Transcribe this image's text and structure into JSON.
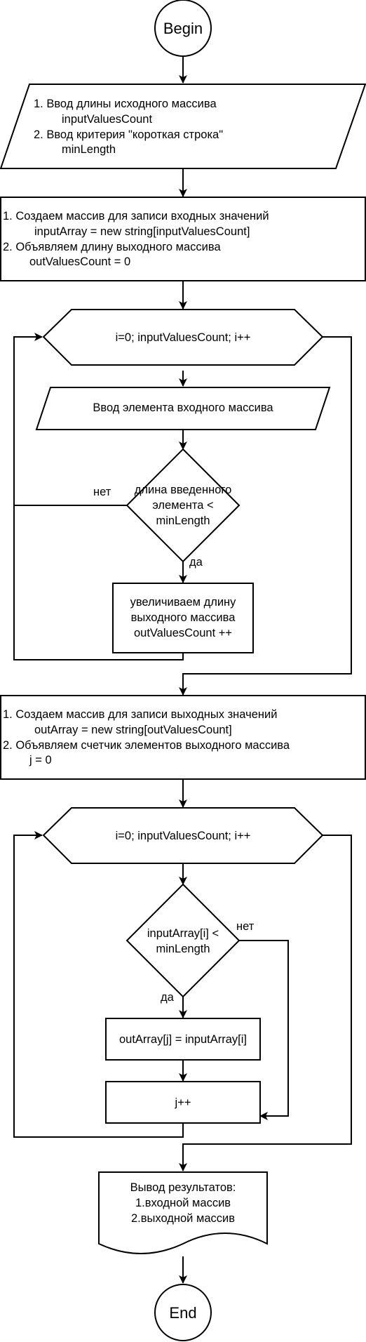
{
  "flowchart": {
    "begin": "Begin",
    "end": "End",
    "input1": {
      "line1": "1. Ввод длины исходного массива",
      "line2": "inputValuesCount",
      "line3": "2. Ввод критерия \"короткая строка\"",
      "line4": "minLength"
    },
    "process1": {
      "line1": "1. Создаем массив для записи входных значений",
      "line2": "inputArray = new string[inputValuesCount]",
      "line3": "2. Объявляем длину выходного массива",
      "line4": "outValuesCount = 0"
    },
    "loop1": "i=0; inputValuesCount; i++",
    "input2": "Ввод элемента входного массива",
    "decision1": {
      "line1": "длина введенного",
      "line2": "элемента <",
      "line3": "minLength",
      "no": "нет",
      "yes": "да"
    },
    "process2": {
      "line1": "увеличиваем длину",
      "line2": "выходного массива",
      "line3": "outValuesCount ++"
    },
    "process3": {
      "line1": "1. Создаем массив для записи выходных значений",
      "line2": "outArray = new string[outValuesCount]",
      "line3": "2. Объявляем счетчик элементов выходного массива",
      "line4": "j = 0"
    },
    "loop2": "i=0; inputValuesCount; i++",
    "decision2": {
      "line1": "inputArray[i] <",
      "line2": "minLength",
      "no": "нет",
      "yes": "да"
    },
    "process4": "outArray[j] = inputArray[i]",
    "process5": "j++",
    "output": {
      "line1": "Вывод результатов:",
      "line2": "1.входной массив",
      "line3": "2.выходной массив"
    }
  }
}
